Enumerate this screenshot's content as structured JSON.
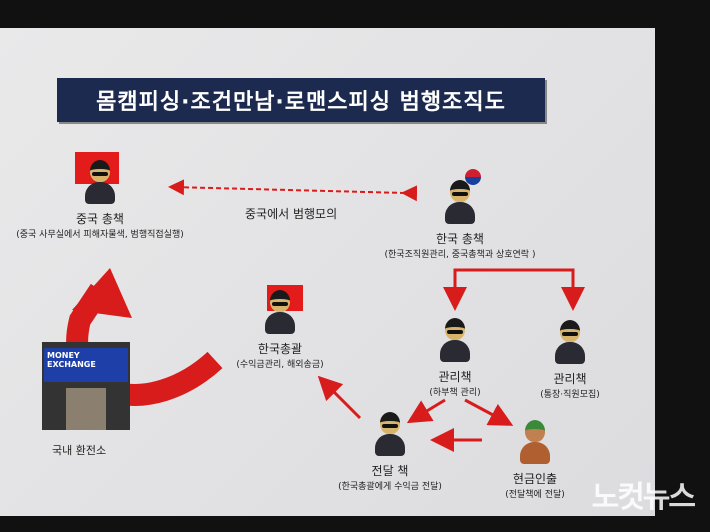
{
  "title": "몸캠피싱·조건만남·로맨스피싱 범행조직도",
  "nodes": {
    "china_boss": {
      "name": "중국 총책",
      "desc": "(중국 사무실에서 피해자물색, 범행직접실행)"
    },
    "korea_boss": {
      "name": "한국 총책",
      "desc": "(한국조직원관리, 중국총책과 상호연락 )"
    },
    "korea_general": {
      "name": "한국총괄",
      "desc": "(수익금관리, 해외송금)"
    },
    "manager1": {
      "name": "관리책",
      "desc": "(하부책 관리)"
    },
    "manager2": {
      "name": "관리책",
      "desc": "(통장·직원모집)"
    },
    "courier": {
      "name": "전달 책",
      "desc": "(한국총괄에게 수익금 전달)"
    },
    "cash": {
      "name": "현금인출",
      "desc": "(전달책에 전달)"
    },
    "exchange": {
      "name": "국내 환전소",
      "sign": "MONEY EXCHANGE"
    }
  },
  "link_label": "중국에서 범행모의",
  "watermark": "노컷뉴스",
  "colors": {
    "arrow": "#d81c1c",
    "banner": "#1d2a4f"
  }
}
